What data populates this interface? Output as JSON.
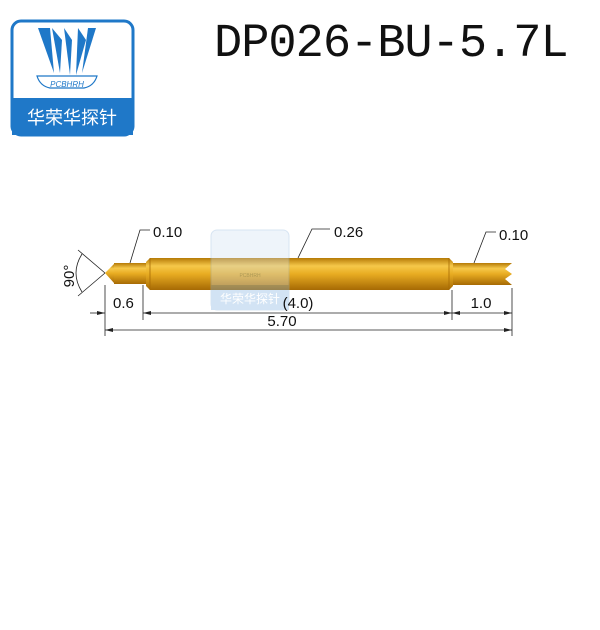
{
  "title": "DP026-BU-5.7L",
  "logo": {
    "brand_latin": "PCBHRH",
    "brand_cn": "华荣华探针",
    "color": "#1f78c8"
  },
  "watermark": {
    "brand_latin": "PCBHRH",
    "brand_cn": "华荣华探针"
  },
  "drawing": {
    "tip_angle": "90°",
    "tip_diameter": "0.10",
    "barrel_diameter": "0.26",
    "tail_diameter": "0.10",
    "tip_length": "0.6",
    "barrel_length": "(4.0)",
    "tail_length": "1.0",
    "total_length": "5.70",
    "pin_color": "#e0a51c"
  }
}
